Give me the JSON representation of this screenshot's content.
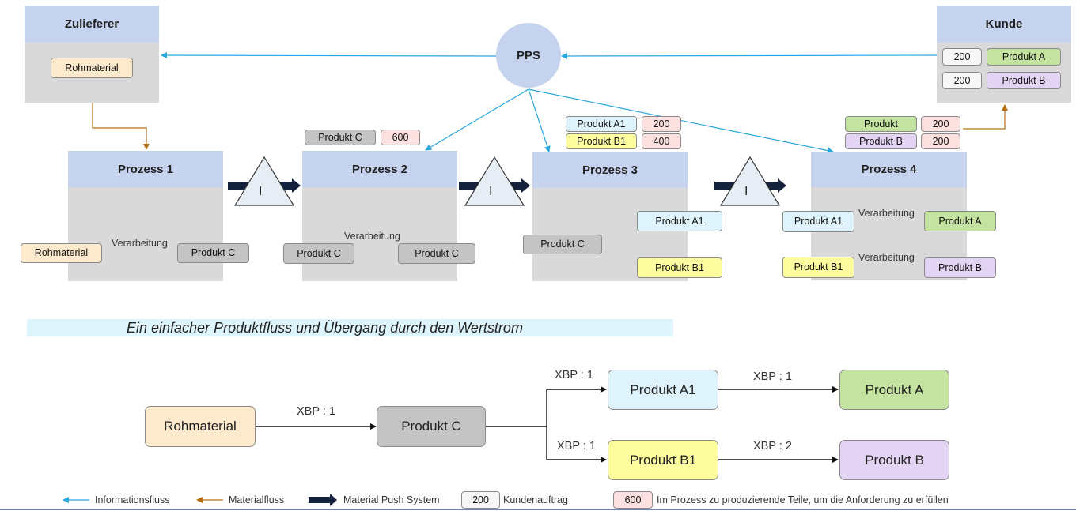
{
  "colors": {
    "header": "#c6d3ee",
    "body": "#d9d9d9",
    "info_flow": "#29a7df",
    "material_flow": "#b46e10",
    "push": "#14213d"
  },
  "supplier": {
    "title": "Zulieferer",
    "item": "Rohmaterial"
  },
  "pps": "PPS",
  "customer": {
    "title": "Kunde",
    "orders": [
      {
        "qty": "200",
        "product": "Produkt A"
      },
      {
        "qty": "200",
        "product": "Produkt B"
      }
    ]
  },
  "processes": [
    {
      "title": "Prozess 1",
      "input": "Rohmaterial",
      "activity": "Verarbeitung",
      "output": "Produkt C"
    },
    {
      "title": "Prozess 2",
      "input": "Produkt C",
      "activity": "Verarbeitung",
      "output": "Produkt C",
      "demand": [
        {
          "product": "Produkt C",
          "qty": "600"
        }
      ]
    },
    {
      "title": "Prozess 3",
      "input": "Produkt C",
      "outputs": [
        "Produkt A1",
        "Produkt B1"
      ],
      "demand": [
        {
          "product": "Produkt A1",
          "qty": "200"
        },
        {
          "product": "Produkt B1",
          "qty": "400"
        }
      ]
    },
    {
      "title": "Prozess 4",
      "rows": [
        {
          "input": "Produkt A1",
          "activity": "Verarbeitung",
          "output": "Produkt A"
        },
        {
          "input": "Produkt B1",
          "activity": "Verarbeitung",
          "output": "Produkt B"
        }
      ],
      "demand": [
        {
          "product": "Produkt",
          "qty": "200"
        },
        {
          "product": "Produkt B",
          "qty": "200"
        }
      ]
    }
  ],
  "inventory_symbol": "I",
  "subtitle": "Ein einfacher Produktfluss und Übergang durch den Wertstrom",
  "bom": {
    "nodes": {
      "raw": "Rohmaterial",
      "c": "Produkt C",
      "a1": "Produkt A1",
      "b1": "Produkt B1",
      "a": "Produkt A",
      "b": "Produkt B"
    },
    "edges": {
      "raw_c": "XBP : 1",
      "c_a1": "XBP : 1",
      "c_b1": "XBP : 1",
      "a1_a": "XBP : 1",
      "b1_b": "XBP : 2"
    }
  },
  "legend": {
    "info": "Informationsfluss",
    "material": "Materialfluss",
    "push": "Material Push System",
    "order_sample": "200",
    "order": "Kundenauftrag",
    "parts_sample": "600",
    "parts": "Im Prozess zu produzierende Teile, um die Anforderung zu erfüllen"
  }
}
